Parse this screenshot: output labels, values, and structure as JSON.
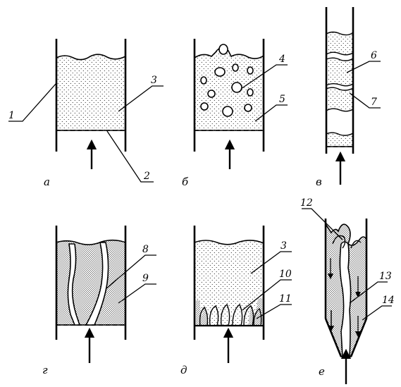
{
  "panels": [
    {
      "id": "a",
      "label": "а"
    },
    {
      "id": "b",
      "label": "б"
    },
    {
      "id": "v",
      "label": "в"
    },
    {
      "id": "g",
      "label": "г"
    },
    {
      "id": "d",
      "label": "д"
    },
    {
      "id": "e",
      "label": "е"
    }
  ],
  "callouts": [
    "1",
    "2",
    "3",
    "4",
    "5",
    "6",
    "7",
    "8",
    "9",
    "3",
    "10",
    "11",
    "12",
    "13",
    "14"
  ]
}
